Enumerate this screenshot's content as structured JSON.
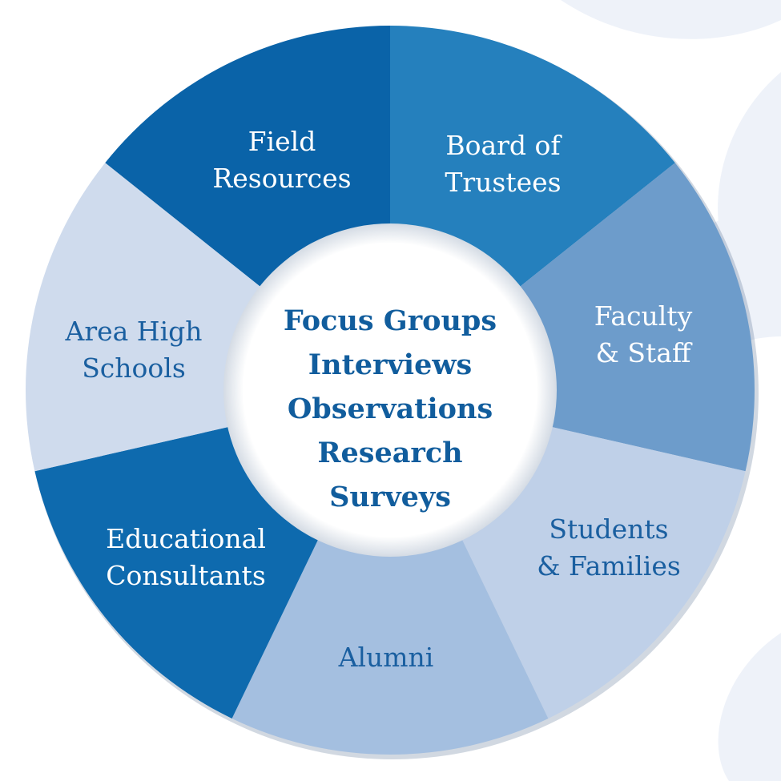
{
  "segments": [
    {
      "lines": [
        "Field",
        "Resources"
      ],
      "color": "#0a63a8",
      "text_color": "#ffffff"
    },
    {
      "lines": [
        "Board of",
        "Trustees"
      ],
      "color": "#2580bd",
      "text_color": "#ffffff"
    },
    {
      "lines": [
        "Faculty",
        "& Staff"
      ],
      "color": "#6d9ccb",
      "text_color": "#ffffff"
    },
    {
      "lines": [
        "Students",
        "& Families"
      ],
      "color": "#bfd0e8",
      "text_color": "#1a5fa0"
    },
    {
      "lines": [
        "Alumni"
      ],
      "color": "#a4bfe0",
      "text_color": "#1a5fa0"
    },
    {
      "lines": [
        "Educational",
        "Consultants"
      ],
      "color": "#0e6aae",
      "text_color": "#ffffff"
    },
    {
      "lines": [
        "Area High",
        "Schools"
      ],
      "color": "#cfdbed",
      "text_color": "#1a5fa0"
    }
  ],
  "center": {
    "lines": [
      "Focus Groups",
      "Interviews",
      "Observations",
      "Research",
      "Surveys"
    ],
    "text_color": "#115d9d"
  },
  "colors": {
    "background": "#ffffff",
    "watermark": "#eef2f9"
  }
}
